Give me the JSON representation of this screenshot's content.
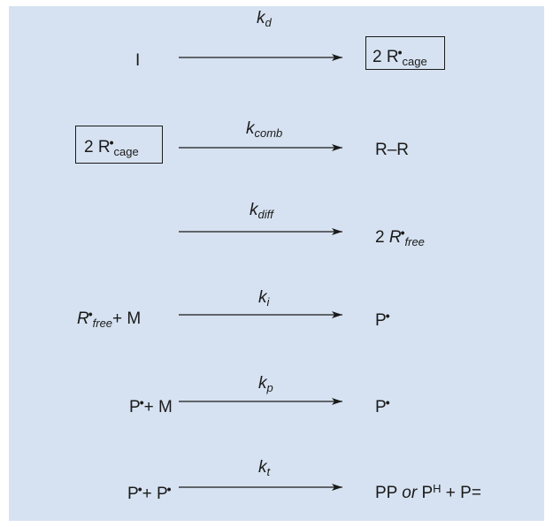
{
  "arrow_color": "#1a1a1a",
  "background_color": "#d6e2f1",
  "reactions": [
    {
      "rate": {
        "sym": "k",
        "sub": "d"
      },
      "left": {
        "parts": [
          {
            "t": "I"
          }
        ]
      },
      "right": {
        "parts": [
          {
            "t": "2 R"
          },
          {
            "dot": "•"
          },
          {
            "sub": "cage"
          }
        ]
      }
    },
    {
      "rate": {
        "sym": "k",
        "sub": "comb"
      },
      "left": {
        "parts": [
          {
            "t": "2 R"
          },
          {
            "dot": "•"
          },
          {
            "sub": "cage"
          }
        ]
      },
      "right": {
        "parts": [
          {
            "t": "R–R"
          }
        ]
      }
    },
    {
      "rate": {
        "sym": "k",
        "sub": "diff"
      },
      "left": null,
      "right": {
        "parts": [
          {
            "t": "2 "
          },
          {
            "ti": "R"
          },
          {
            "dot": "•"
          },
          {
            "subi": "free"
          }
        ]
      }
    },
    {
      "rate": {
        "sym": "k",
        "sub": "i"
      },
      "left": {
        "parts": [
          {
            "ti": "R"
          },
          {
            "dot": "•"
          },
          {
            "subi": "free"
          },
          {
            "t": "+ M"
          }
        ]
      },
      "right": {
        "parts": [
          {
            "t": "P"
          },
          {
            "dot": "•"
          }
        ]
      }
    },
    {
      "rate": {
        "sym": "k",
        "sub": "p"
      },
      "left": {
        "parts": [
          {
            "t": "P"
          },
          {
            "dot": "•"
          },
          {
            "t": "+ M"
          }
        ]
      },
      "right": {
        "parts": [
          {
            "t": "P"
          },
          {
            "dot": "•"
          }
        ]
      }
    },
    {
      "rate": {
        "sym": "k",
        "sub": "t"
      },
      "left": {
        "parts": [
          {
            "t": "P"
          },
          {
            "dot": "•"
          },
          {
            "t": "+ P"
          },
          {
            "dot": "•"
          }
        ]
      },
      "right": {
        "parts": [
          {
            "t": "PP "
          },
          {
            "ti": "or"
          },
          {
            "t": " P"
          },
          {
            "sup": "H"
          },
          {
            "t": " + P="
          }
        ]
      }
    }
  ]
}
